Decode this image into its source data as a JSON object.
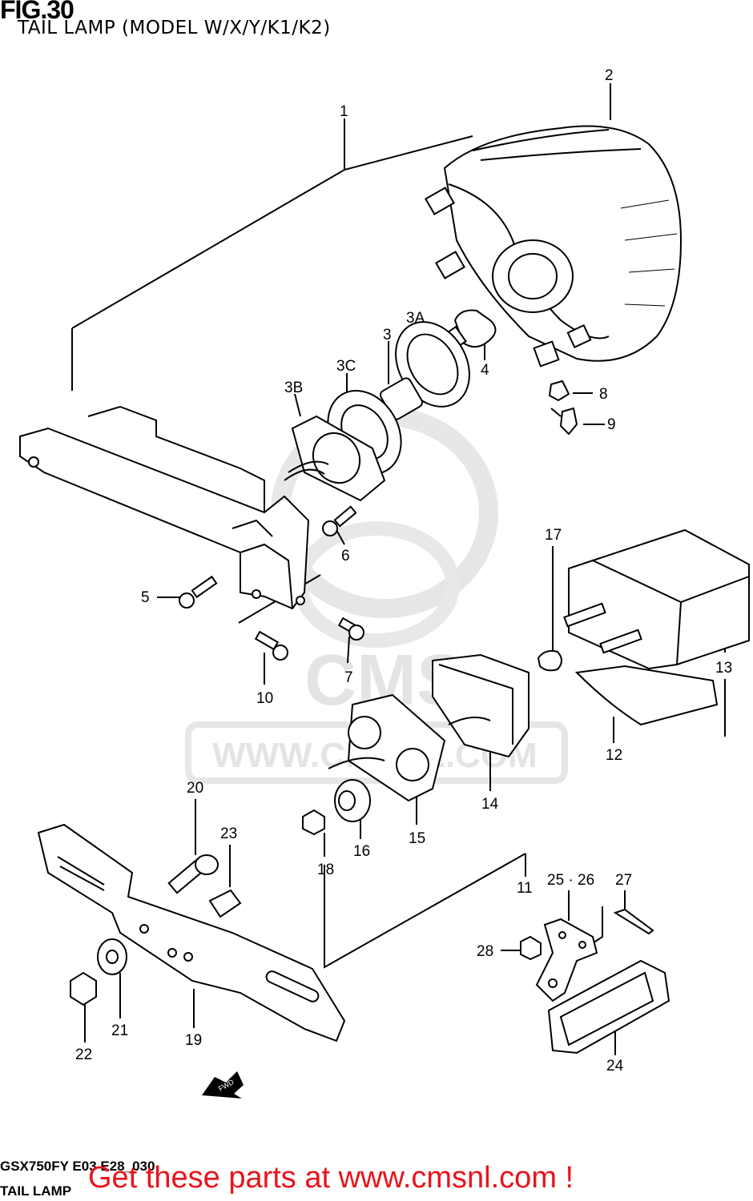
{
  "figure": {
    "title": "FIG.30",
    "subtitle": "TAIL LAMP (MODEL W/X/Y/K1/K2)"
  },
  "footer": {
    "model_code": "GSX750FY E03 E28_030",
    "section_name": "TAIL LAMP",
    "promo_text": "Get these parts at www.cmsnl.com !",
    "promo_color": "#e8141b"
  },
  "watermark": {
    "brand": "CMS",
    "url": "WWW.CMSNL.COM"
  },
  "direction_arrow": {
    "label": "FWD"
  },
  "part_labels": [
    "1",
    "2",
    "3",
    "3A",
    "3B",
    "3C",
    "4",
    "5",
    "6",
    "7",
    "8",
    "9",
    "10",
    "11",
    "12",
    "13",
    "14",
    "15",
    "16",
    "17",
    "18",
    "19",
    "20",
    "21",
    "22",
    "23",
    "24",
    "25 · 26",
    "27",
    "28"
  ]
}
